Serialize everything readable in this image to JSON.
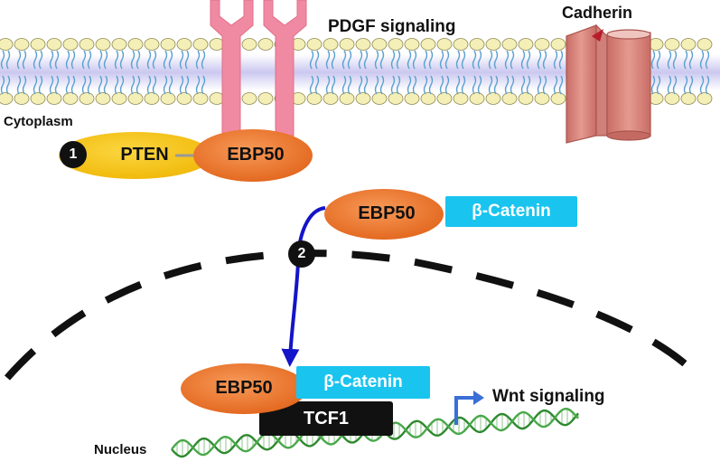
{
  "labels": {
    "pdgf": "PDGF signaling",
    "cadherin": "Cadherin",
    "cytoplasm": "Cytoplasm",
    "nucleus": "Nucleus",
    "wnt": "Wnt signaling"
  },
  "complex1": {
    "badge": "1",
    "pten": "PTEN",
    "ebp50": "EBP50"
  },
  "complex2": {
    "badge": "2",
    "ebp50": "EBP50",
    "catenin": "β-Catenin"
  },
  "complex_nuclear": {
    "ebp50": "EBP50",
    "catenin": "β-Catenin",
    "tcf": "TCF1"
  },
  "colors": {
    "membrane_head": "#f2eeb4",
    "membrane_band": "#cfcdf2",
    "receptor": "#f28aa3",
    "cadherin": "#d98078",
    "ebp50": "#f07a30",
    "pten": "#f5c518",
    "catenin": "#19c4ef",
    "arrow": "#1414c8",
    "dna": "#3a9a3a",
    "promoter_arrow": "#3a6fd8"
  }
}
